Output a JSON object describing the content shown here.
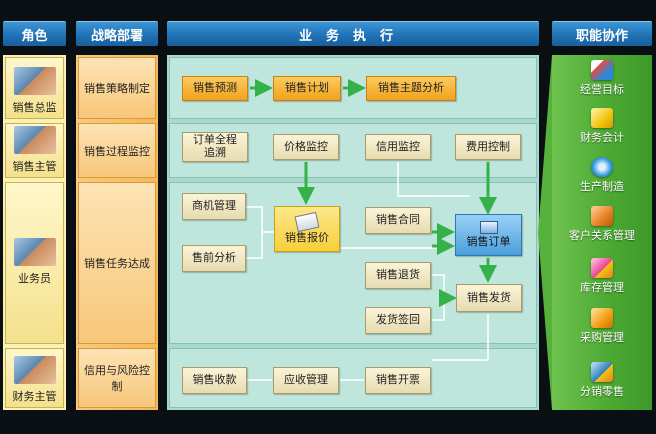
{
  "headers": {
    "role": "角色",
    "strategy": "战略部署",
    "execution": "业务执行",
    "function": "职能协作"
  },
  "roles": [
    {
      "label": "销售总监",
      "icon": "director-photo-icon"
    },
    {
      "label": "销售主管",
      "icon": "supervisor-photo-icon"
    },
    {
      "label": "业务员",
      "icon": "salesperson-photo-icon"
    },
    {
      "label": "财务主管",
      "icon": "finance-manager-photo-icon"
    }
  ],
  "strategy": [
    "销售策略制定",
    "销售过程监控",
    "销售任务达成",
    "信用与风险控制"
  ],
  "rows": {
    "planning": [
      "销售预测",
      "销售计划",
      "销售主题分析"
    ],
    "monitoring": [
      "订单全程追溯",
      "价格监控",
      "信用监控",
      "费用控制"
    ],
    "task": {
      "opportunity": "商机管理",
      "presale": "售前分析",
      "quote": "销售报价",
      "contract": "销售合同",
      "order": "销售订单",
      "return": "销售退货",
      "receipt": "发货签回",
      "delivery": "销售发货"
    },
    "credit": [
      "销售收款",
      "应收管理",
      "销售开票"
    ]
  },
  "functions": [
    {
      "label": "经营目标",
      "icon": "business-goal-icon",
      "color": "#e74c3c"
    },
    {
      "label": "财务会计",
      "icon": "accounting-icon",
      "color": "#f1c40f"
    },
    {
      "label": "生产制造",
      "icon": "manufacturing-icon",
      "color": "#3498db"
    },
    {
      "label": "客户关系管理",
      "icon": "crm-icon",
      "color": "#e67e22"
    },
    {
      "label": "库存管理",
      "icon": "inventory-icon",
      "color": "#e84393"
    },
    {
      "label": "采购管理",
      "icon": "purchasing-icon",
      "color": "#f39c12"
    },
    {
      "label": "分销零售",
      "icon": "retail-icon",
      "color": "#2980b9"
    }
  ],
  "colors": {
    "header_blue": "#1f6fb3",
    "function_green": "#4aa832",
    "arrow_green": "#35b14a",
    "connector": "#ffffff"
  }
}
